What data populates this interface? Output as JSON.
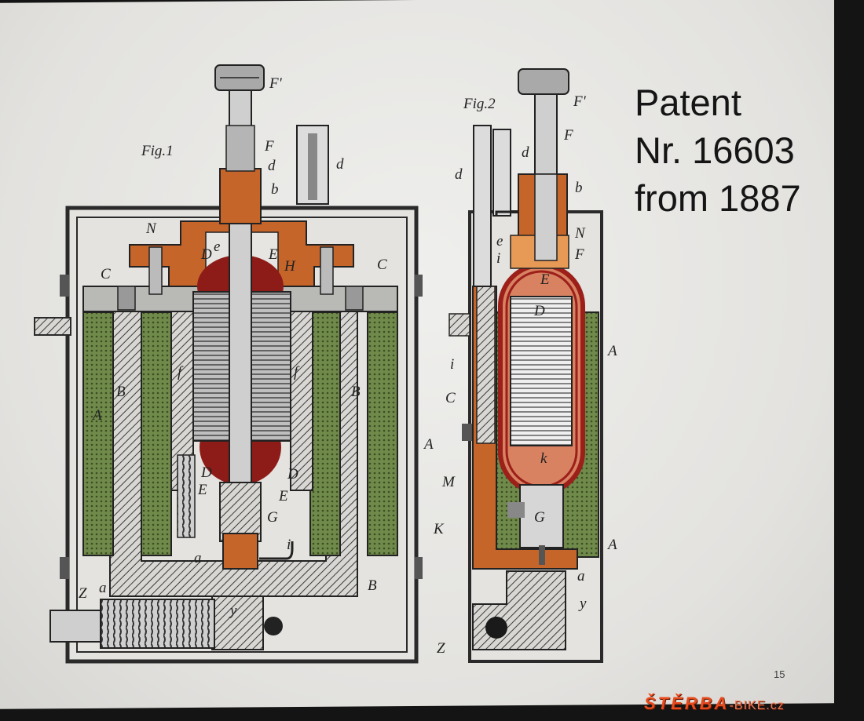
{
  "slide": {
    "title_lines": [
      "Patent",
      "Nr. 16603",
      "from 1887"
    ],
    "page_number": "15"
  },
  "figures": {
    "fig1": {
      "caption": "Fig.1",
      "labels": [
        "F'",
        "F",
        "d",
        "d",
        "b",
        "N",
        "D",
        "e",
        "E",
        "H",
        "C",
        "C",
        "A",
        "B",
        "f",
        "f",
        "B",
        "A",
        "D",
        "D",
        "E",
        "E",
        "G",
        "a",
        "i",
        "B",
        "Z",
        "a",
        "y"
      ]
    },
    "fig2": {
      "caption": "Fig.2",
      "labels": [
        "F'",
        "F",
        "d",
        "d",
        "b",
        "N",
        "F",
        "e",
        "i",
        "E",
        "D",
        "A",
        "i",
        "C",
        "M",
        "K",
        "G",
        "A",
        "a",
        "y",
        "Z",
        "k"
      ]
    }
  },
  "watermark": {
    "main": "ŠTĚRBA",
    "suffix": "-BIKE.cz"
  },
  "colors": {
    "copper": "#c6652a",
    "coil_green": "#6f8a4a",
    "armature_red": "#9c1f1a",
    "hatch": "#3a3a3a"
  }
}
